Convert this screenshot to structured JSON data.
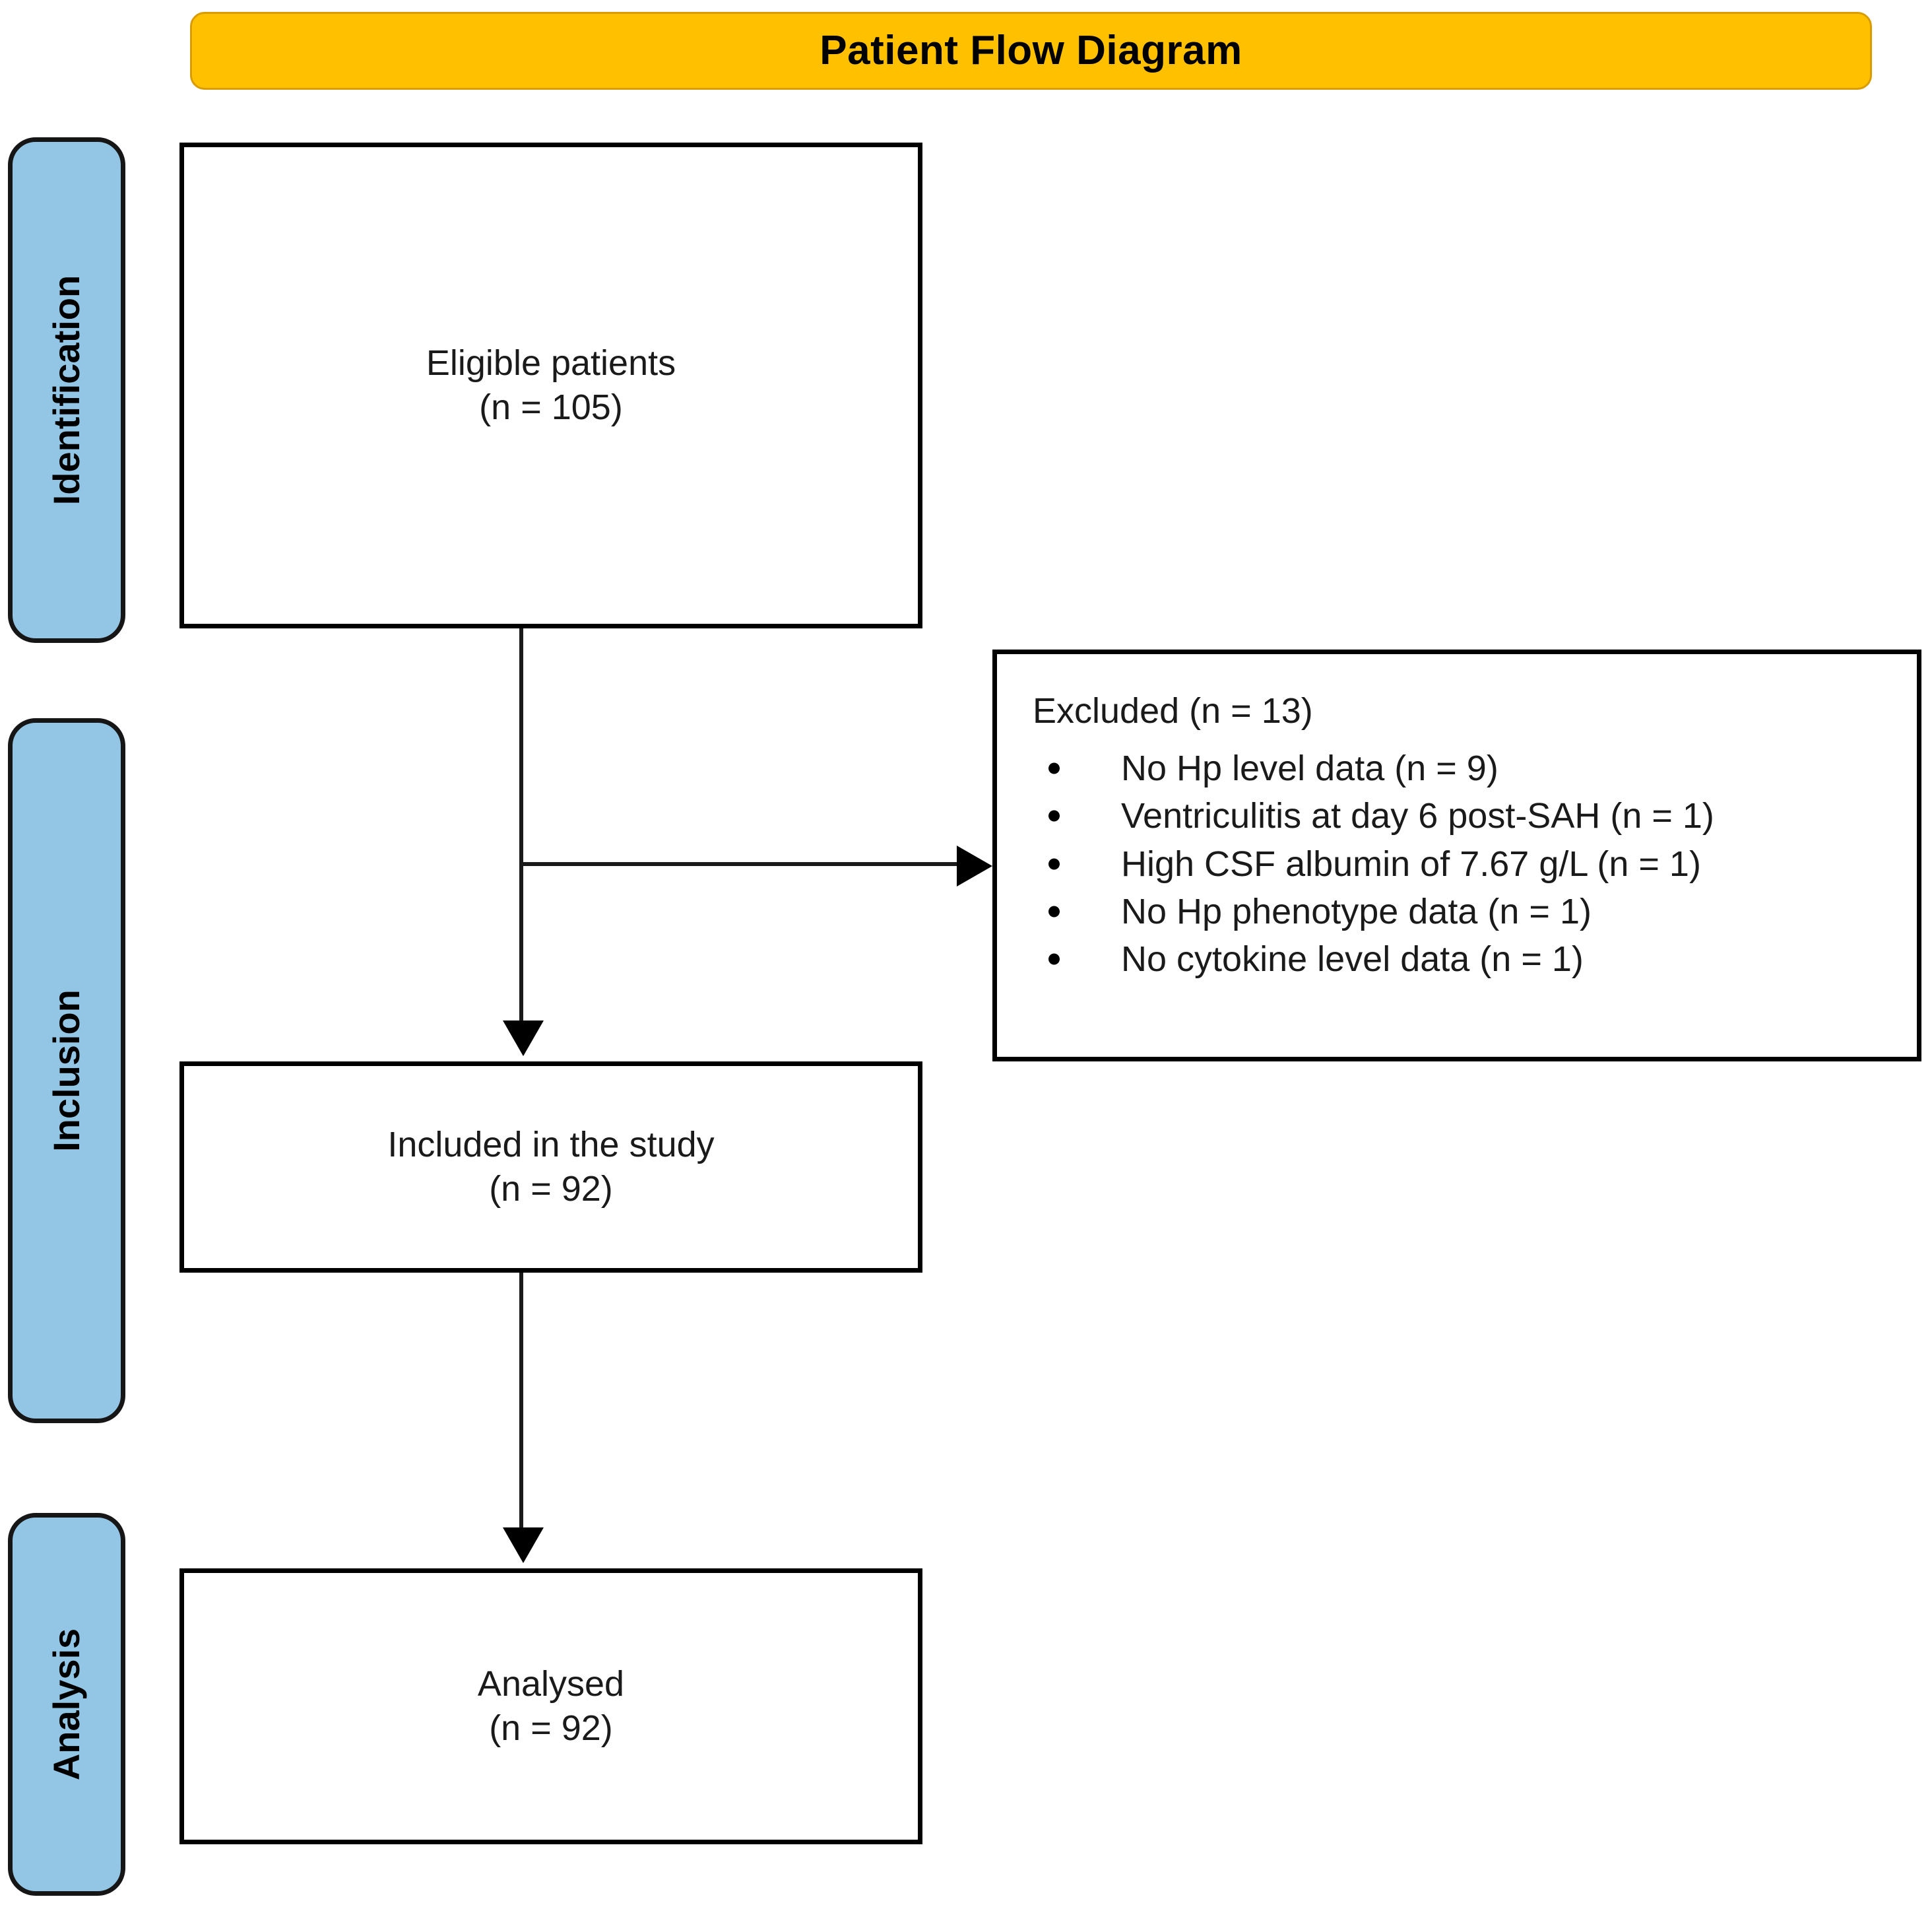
{
  "diagram": {
    "title": "Patient Flow Diagram",
    "title_bar_color": "#FFC000",
    "stage_pill_color": "#92C6E4",
    "line_color": "#1a1a1a"
  },
  "stages": [
    {
      "id": "identification",
      "label": "Identification"
    },
    {
      "id": "inclusion",
      "label": "Inclusion"
    },
    {
      "id": "analysis",
      "label": "Analysis"
    }
  ],
  "boxes": {
    "eligible": {
      "line1": "Eligible patients",
      "line2": "(n = 105)",
      "count": 105
    },
    "included": {
      "line1": "Included in the study",
      "line2": "(n = 92)",
      "count": 92
    },
    "analysed": {
      "line1": "Analysed",
      "line2": "(n = 92)",
      "count": 92
    },
    "excluded": {
      "heading": "Excluded (n = 13)",
      "count": 13,
      "reasons": [
        {
          "text": "No Hp level data (n = 9)",
          "count": 9
        },
        {
          "text": "Ventriculitis at day 6 post-SAH (n = 1)",
          "count": 1
        },
        {
          "text": "High CSF albumin of 7.67 g/L (n = 1)",
          "count": 1
        },
        {
          "text": "No Hp phenotype data (n = 1)",
          "count": 1
        },
        {
          "text": "No cytokine level data (n = 1)",
          "count": 1
        }
      ]
    }
  }
}
